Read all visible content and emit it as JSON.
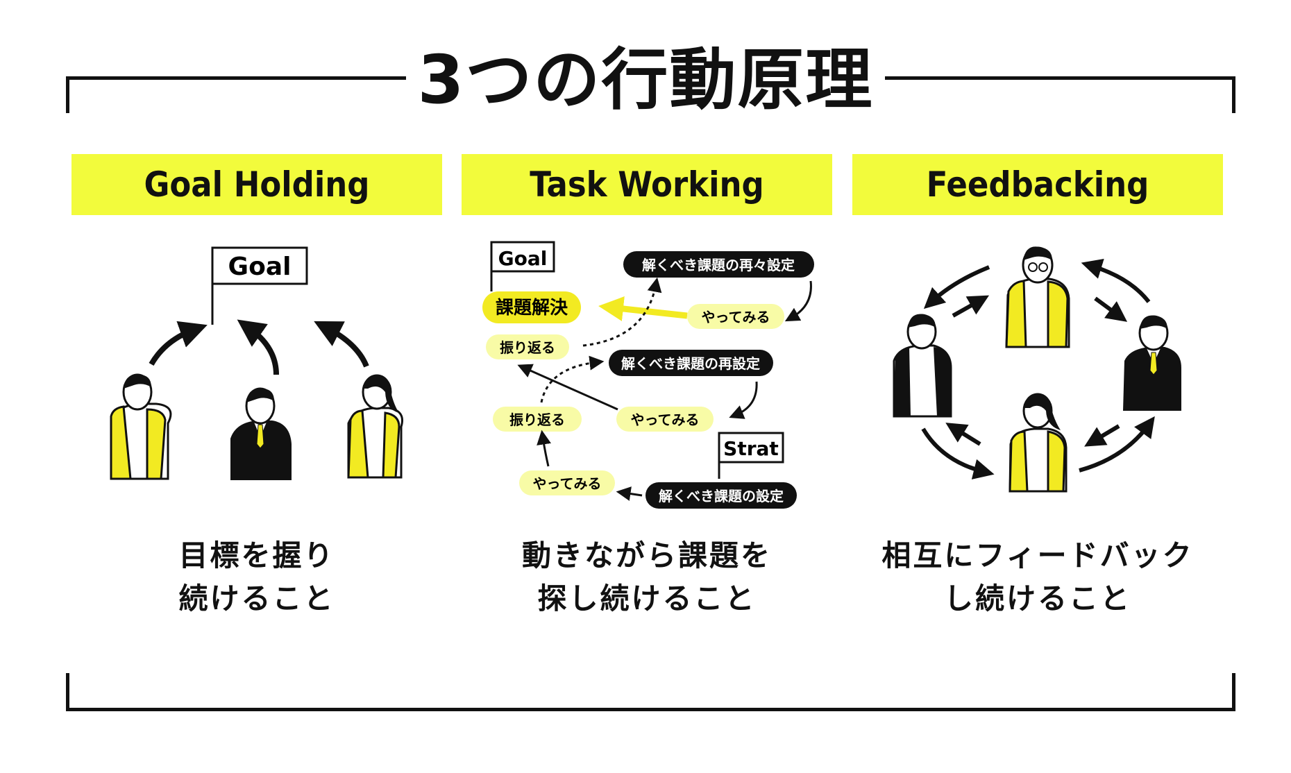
{
  "title": "3つの行動原理",
  "principles": [
    {
      "heading": "Goal Holding",
      "caption_line1": "目標を握り",
      "caption_line2": "続けること",
      "flag_label": "Goal"
    },
    {
      "heading": "Task Working",
      "caption_line1": "動きながら課題を",
      "caption_line2": "探し続けること",
      "flow": {
        "goal_flag": "Goal",
        "start_flag": "Strat",
        "solve": "課題解決",
        "reset2": "解くべき課題の再々設定",
        "try3": "やってみる",
        "reflect2": "振り返る",
        "reset1": "解くべき課題の再設定",
        "try2": "やってみる",
        "reflect1": "振り返る",
        "try1": "やってみる",
        "set": "解くべき課題の設定"
      }
    },
    {
      "heading": "Feedbacking",
      "caption_line1": "相互にフィードバック",
      "caption_line2": "し続けること"
    }
  ],
  "colors": {
    "accent": "#f2fb3c",
    "ink": "#111111",
    "pill_light": "#f8fba6"
  }
}
